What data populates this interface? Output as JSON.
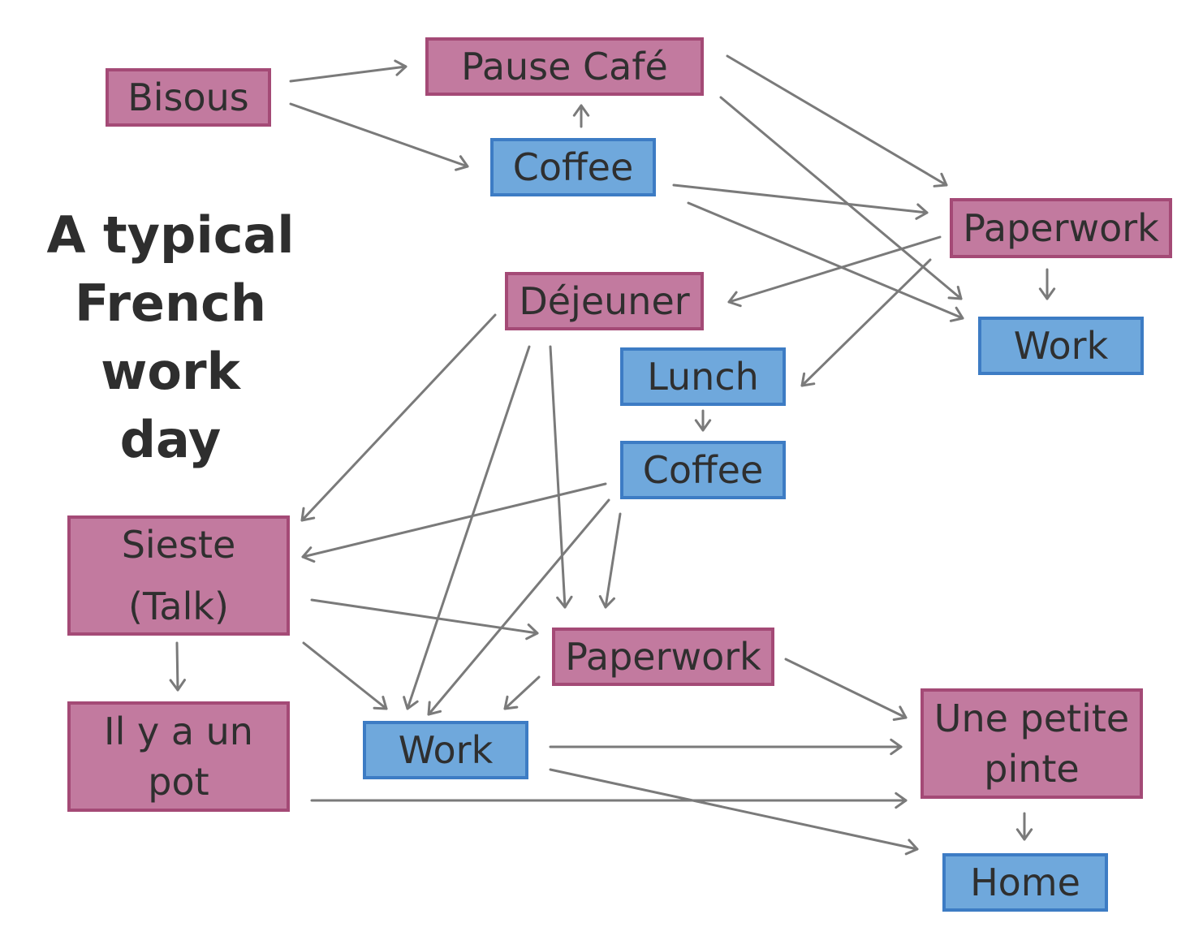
{
  "title": {
    "line1": "A typical",
    "line2": "French work",
    "line3": "day"
  },
  "colors": {
    "pink_fill": "#c27a9f",
    "pink_border": "#a44a76",
    "blue_fill": "#6fa8dc",
    "blue_border": "#3d7cc4",
    "arrow": "#7a7a7a",
    "text": "#2f2f2f"
  },
  "nodes": {
    "bisous": {
      "label": "Bisous",
      "kind": "pink"
    },
    "pause_cafe": {
      "label": "Pause Café",
      "kind": "pink"
    },
    "coffee_top": {
      "label": "Coffee",
      "kind": "blue"
    },
    "paperwork_top": {
      "label": "Paperwork",
      "kind": "pink"
    },
    "work_top": {
      "label": "Work",
      "kind": "blue"
    },
    "dejeuner": {
      "label": "Déjeuner",
      "kind": "pink"
    },
    "lunch": {
      "label": "Lunch",
      "kind": "blue"
    },
    "coffee_mid": {
      "label": "Coffee",
      "kind": "blue"
    },
    "sieste": {
      "label_line1": "Sieste",
      "label_line2": "(Talk)",
      "kind": "pink"
    },
    "il_y_a": {
      "label_line1": "Il y a un",
      "label_line2": "pot",
      "kind": "pink"
    },
    "work_bottom": {
      "label": "Work",
      "kind": "blue"
    },
    "paperwork_bottom": {
      "label": "Paperwork",
      "kind": "pink"
    },
    "petite_pinte": {
      "label_line1": "Une petite",
      "label_line2": "pinte",
      "kind": "pink"
    },
    "home": {
      "label": "Home",
      "kind": "blue"
    }
  },
  "edges": [
    {
      "from": "bisous",
      "to": "pause_cafe"
    },
    {
      "from": "bisous",
      "to": "coffee_top"
    },
    {
      "from": "coffee_top",
      "to": "pause_cafe"
    },
    {
      "from": "pause_cafe",
      "to": "paperwork_top"
    },
    {
      "from": "pause_cafe",
      "to": "work_top"
    },
    {
      "from": "coffee_top",
      "to": "paperwork_top"
    },
    {
      "from": "coffee_top",
      "to": "work_top"
    },
    {
      "from": "paperwork_top",
      "to": "work_top"
    },
    {
      "from": "paperwork_top",
      "to": "dejeuner"
    },
    {
      "from": "paperwork_top",
      "to": "lunch"
    },
    {
      "from": "lunch",
      "to": "coffee_mid"
    },
    {
      "from": "dejeuner",
      "to": "sieste"
    },
    {
      "from": "dejeuner",
      "to": "work_bottom"
    },
    {
      "from": "dejeuner",
      "to": "paperwork_bottom"
    },
    {
      "from": "coffee_mid",
      "to": "sieste"
    },
    {
      "from": "coffee_mid",
      "to": "work_bottom"
    },
    {
      "from": "coffee_mid",
      "to": "paperwork_bottom"
    },
    {
      "from": "sieste",
      "to": "il_y_a"
    },
    {
      "from": "sieste",
      "to": "paperwork_bottom"
    },
    {
      "from": "sieste",
      "to": "work_bottom"
    },
    {
      "from": "paperwork_bottom",
      "to": "work_bottom"
    },
    {
      "from": "paperwork_bottom",
      "to": "petite_pinte"
    },
    {
      "from": "work_bottom",
      "to": "petite_pinte"
    },
    {
      "from": "work_bottom",
      "to": "home"
    },
    {
      "from": "il_y_a",
      "to": "petite_pinte"
    },
    {
      "from": "petite_pinte",
      "to": "home"
    }
  ]
}
